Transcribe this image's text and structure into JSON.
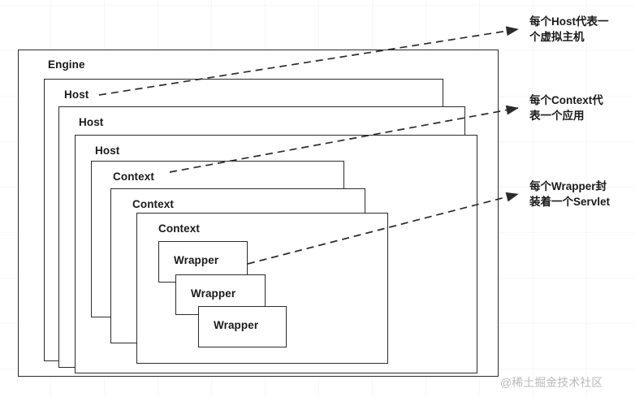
{
  "diagram": {
    "title": "Tomcat container hierarchy",
    "line_color": "#2b2b2b",
    "text_color": "#1a1a1a",
    "watermark_color": "#b9b9b9",
    "boxes": {
      "engine": {
        "label": "Engine"
      },
      "hosts": [
        {
          "label": "Host"
        },
        {
          "label": "Host"
        },
        {
          "label": "Host"
        }
      ],
      "contexts": [
        {
          "label": "Context"
        },
        {
          "label": "Context"
        },
        {
          "label": "Context"
        }
      ],
      "wrappers": [
        {
          "label": "Wrapper"
        },
        {
          "label": "Wrapper"
        },
        {
          "label": "Wrapper"
        }
      ]
    },
    "annotations": [
      {
        "line1": "每个Host代表一",
        "line2": "个虚拟主机"
      },
      {
        "line1": "每个Context代",
        "line2": "表一个应用"
      },
      {
        "line1": "每个Wrapper封",
        "line2": "装着一个Servlet"
      }
    ],
    "watermark": "@稀土掘金技术社区"
  }
}
